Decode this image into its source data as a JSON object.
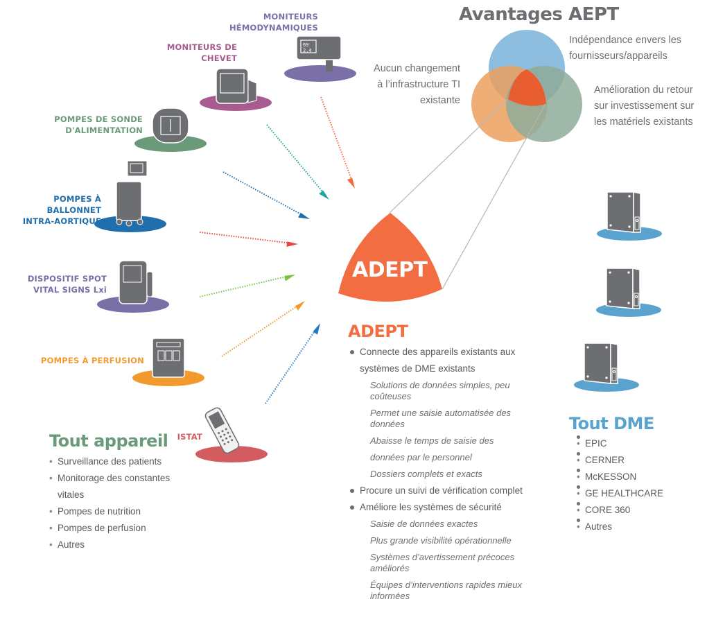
{
  "devices": [
    {
      "id": "hemodynamic",
      "label_lines": [
        "MONITEURS",
        "HÉMODYNAMIQUES"
      ],
      "color": "#7b6fa8",
      "icon": "hemodynamic-monitor-icon"
    },
    {
      "id": "bedside",
      "label_lines": [
        "MONITEURS DE",
        "CHEVET"
      ],
      "color": "#a85b8f",
      "icon": "bedside-monitor-icon"
    },
    {
      "id": "feeding",
      "label_lines": [
        "POMPES DE SONDE",
        "D'ALIMENTATION"
      ],
      "color": "#6b9a7a",
      "icon": "feeding-pump-icon"
    },
    {
      "id": "balloon",
      "label_lines": [
        "POMPES À BALLONNET",
        "INTRA-AORTIQUE"
      ],
      "color": "#1f6fae",
      "icon": "balloon-pump-icon"
    },
    {
      "id": "spot",
      "label_lines": [
        "DISPOSITIF SPOT",
        "VITAL SIGNS Lxi"
      ],
      "color": "#7b6fa8",
      "icon": "vital-signs-device-icon"
    },
    {
      "id": "infusion",
      "label_lines": [
        "POMPES À PERFUSION"
      ],
      "color": "#f29a2e",
      "icon": "infusion-pump-icon"
    },
    {
      "id": "istat",
      "label_lines": [
        "ISTAT"
      ],
      "color": "#d25c5f",
      "icon": "handheld-analyzer-icon"
    }
  ],
  "arrows": [
    {
      "color": "#f26a3d"
    },
    {
      "color": "#1aa89a"
    },
    {
      "color": "#1f6fae"
    },
    {
      "color": "#e8453c"
    },
    {
      "color": "#7cc242"
    },
    {
      "color": "#f29a2e"
    },
    {
      "color": "#1f78c8"
    }
  ],
  "hub": {
    "label": "ADEPT",
    "color": "#f26d42"
  },
  "venn": {
    "title": "Avantages AEPT",
    "left_text_lines": [
      "Aucun changement",
      "à l’infrastructure TI",
      "existante"
    ],
    "top_text_lines": [
      "Indépendance envers les",
      "fournisseurs/appareils"
    ],
    "right_text_lines": [
      "Amélioration du retour",
      "sur investissement sur",
      "les matériels existants"
    ],
    "colors": {
      "top": "#7ab3d9",
      "left": "#eba05e",
      "right": "#8eab9a",
      "center": "#e85e30"
    }
  },
  "any_device": {
    "title": "Tout appareil",
    "title_color": "#6b9a7a",
    "items": [
      "Surveillance des patients",
      "Monitorage des constantes",
      "vitales",
      "Pompes de nutrition",
      "Pompes de perfusion",
      "Autres"
    ]
  },
  "adept": {
    "title": "ADEPT",
    "title_color": "#f26d42",
    "bullet1_line1": "Connecte des appareils existants aux",
    "bullet1_line2": "systèmes de DME existants",
    "sub1": [
      "Solutions de données simples, peu",
      "coûteuses"
    ],
    "sub2": [
      "Permet une saisie automatisée des",
      "données"
    ],
    "sub3": "Abaisse le temps de saisie des",
    "sub3b": "données par le personnel",
    "sub4": "Dossiers complets et exacts",
    "bullet2": "Procure un suivi de vérification complet",
    "bullet3": "Améliore les systèmes de sécurité",
    "sub5": "Saisie de données exactes",
    "sub6": "Plus grande visibilité opérationnelle",
    "sub7": [
      "Systèmes d’avertissement précoces",
      "améliorés"
    ],
    "sub8": [
      "Équipes d’interventions rapides mieux",
      "informées"
    ]
  },
  "ehr": {
    "title": "Tout DME",
    "title_color": "#5ba3cf",
    "servers": [
      "server-icon",
      "server-icon",
      "server-icon"
    ],
    "items": [
      "EPIC",
      "CERNER",
      "McKESSON",
      "GE HEALTHCARE",
      "CORE 360",
      "Autres"
    ]
  }
}
